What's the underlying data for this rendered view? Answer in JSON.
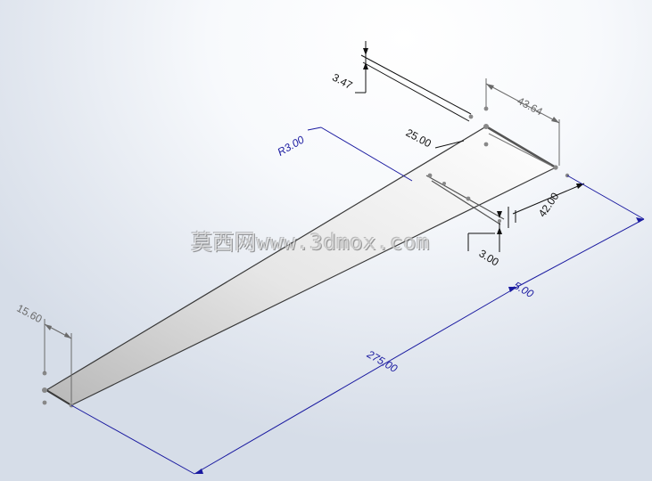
{
  "dimensions": {
    "height_small": "3.47",
    "width_top": "43.64",
    "radius": "R3.00",
    "tip": "25.00",
    "span_side": "42.00",
    "slot": "3.00",
    "thickness": "5.00",
    "length": "275.00",
    "root": "15.60"
  },
  "watermark": "莫西网www.3dmox.com",
  "colors": {
    "dim_black": "#111111",
    "dim_gray": "#6a6a6a",
    "dim_blue": "#1a1aa0",
    "edge": "#3a3a3a"
  }
}
